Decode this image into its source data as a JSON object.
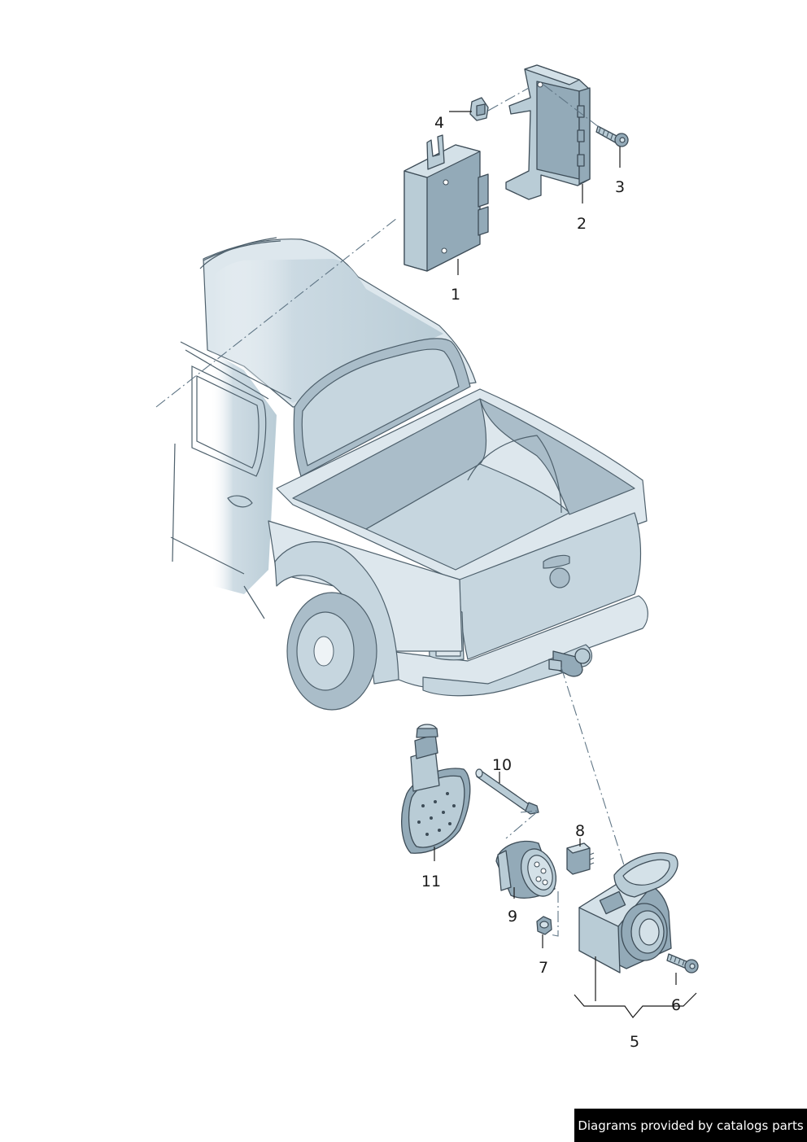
{
  "callouts": {
    "c1": "1",
    "c2": "2",
    "c3": "3",
    "c4": "4",
    "c5": "5",
    "c6": "6",
    "c7": "7",
    "c8": "8",
    "c9": "9",
    "c10": "10",
    "c11": "11"
  },
  "footer": {
    "text": "Diagrams provided by catalogs parts"
  }
}
